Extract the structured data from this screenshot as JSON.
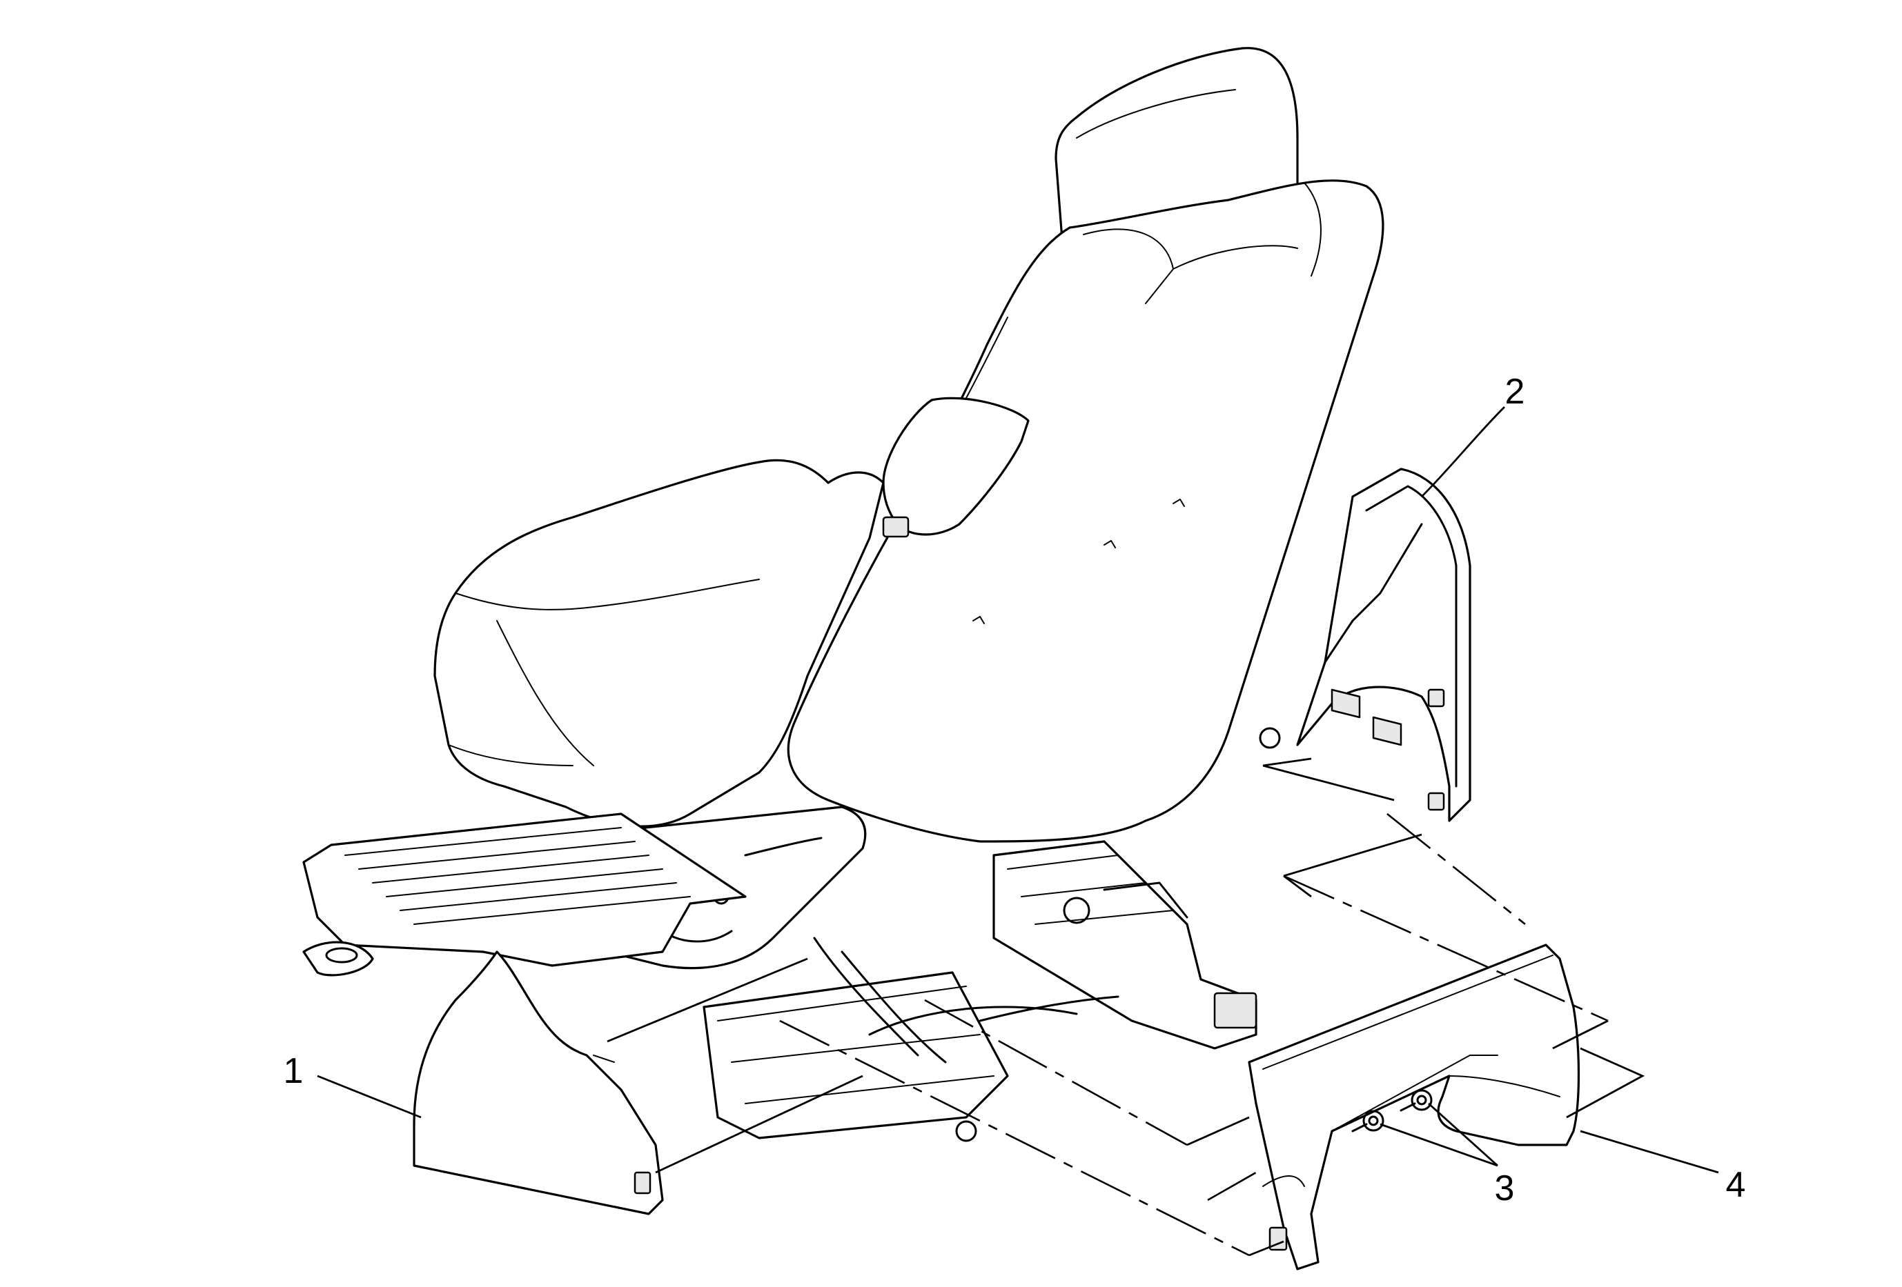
{
  "diagram": {
    "callouts": [
      {
        "id": "1",
        "label": "1",
        "part": "left-seat-adjuster-cover"
      },
      {
        "id": "2",
        "label": "2",
        "part": "seat-back-side-trim-panel"
      },
      {
        "id": "3",
        "label": "3",
        "part": "retainer-fasteners"
      },
      {
        "id": "4",
        "label": "4",
        "part": "seat-adjuster-rear-cover"
      }
    ]
  }
}
